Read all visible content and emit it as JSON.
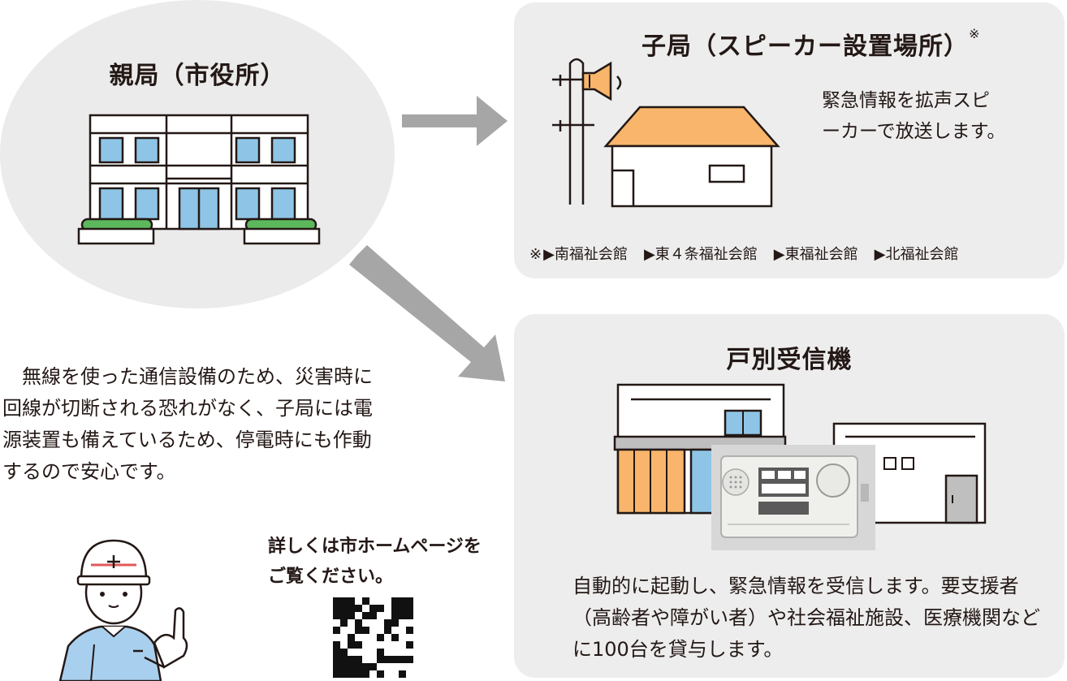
{
  "parent_station": {
    "title": "親局（市役所）"
  },
  "child_station": {
    "title": "子局（スピーカー設置場所）",
    "title_mark": "※",
    "description": "緊急情報を拡声スピーカーで放送します。",
    "note_prefix": "※",
    "locations": [
      "▶南福祉会館",
      "▶東４条福祉会館",
      "▶東福祉会館",
      "▶北福祉会館"
    ]
  },
  "receiver": {
    "title": "戸別受信機",
    "description": "自動的に起動し、緊急情報を受信します。要支援者（高齢者や障がい者）や社会福祉施設、医療機関などに100台を貸与します。"
  },
  "intro_text": "　無線を使った通信設備のため、災害時に回線が切断される恐れがなく、子局には電源装置も備えているため、停電時にも作動するので安心です。",
  "more_info": {
    "text": "詳しくは市ホームページをご覧ください。"
  },
  "colors": {
    "panel_bg": "#ededed",
    "arrow": "#a6a6a6",
    "window_blue": "#8ec5e6",
    "roof_orange": "#f8b56b",
    "shrub_green": "#5cb85c",
    "worker_blue": "#a9cfee",
    "helmet_line": "#e05a5a"
  },
  "icons": [
    "city-hall-building-icon",
    "speaker-pole-icon",
    "house-icon",
    "store-icon",
    "radio-receiver-icon",
    "worker-icon",
    "qr-code-icon",
    "arrow-right-icon",
    "arrow-down-right-icon"
  ]
}
